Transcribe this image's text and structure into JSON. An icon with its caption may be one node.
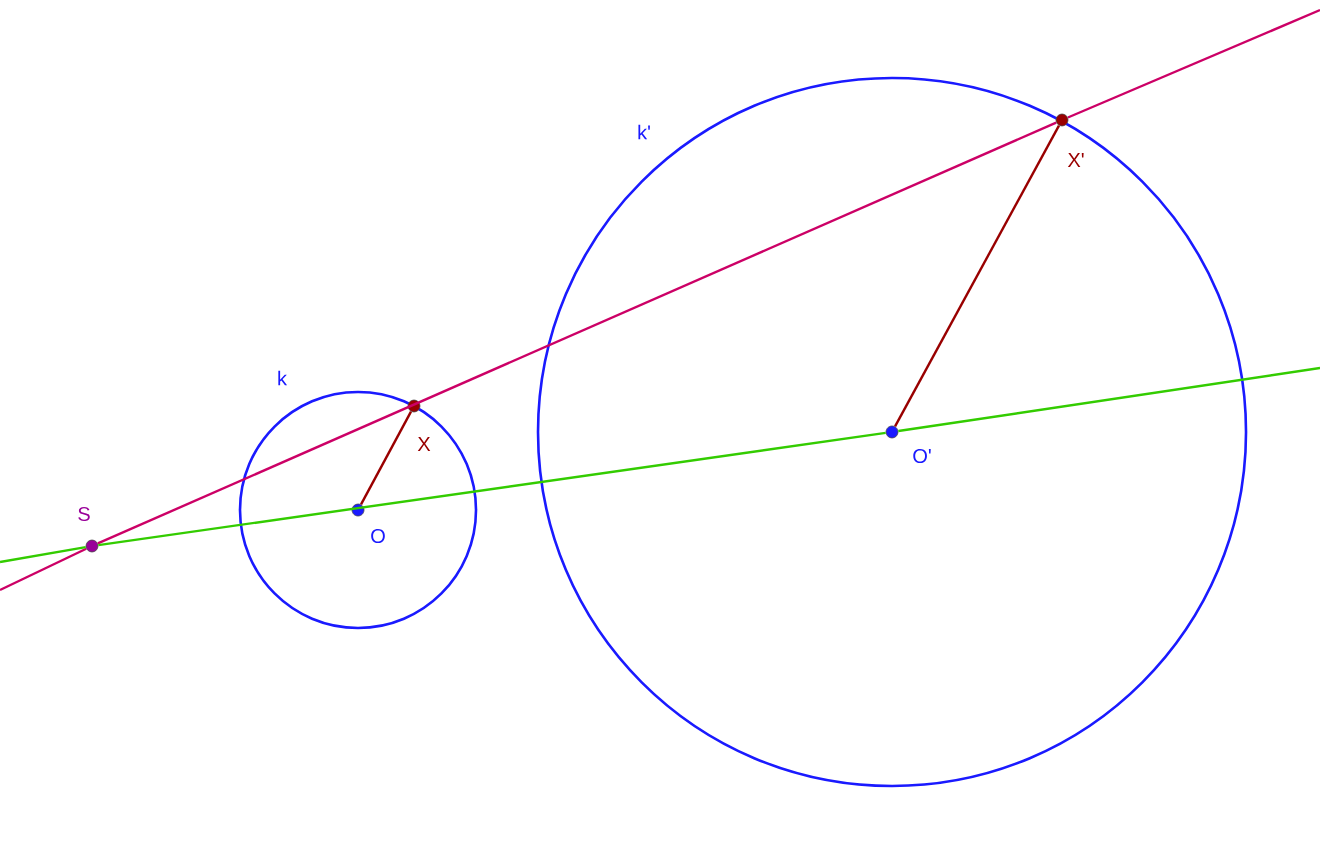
{
  "diagram": {
    "nodes": [
      {
        "text": [
          "k"
        ]
      },
      {
        "text": [
          "S"
        ]
      },
      {
        "text": [
          "O"
        ],
        "in": 0
      },
      {
        "text": [
          "X"
        ]
      },
      {
        "text": [
          "k'"
        ]
      },
      {
        "text": [
          "O'"
        ],
        "in": 4
      },
      {
        "text": [
          "X'"
        ]
      }
    ],
    "edges": [
      {
        "from": 1,
        "to": 6,
        "arrow": "none",
        "color": "#cc0066"
      },
      {
        "from": 1,
        "to": 5,
        "arrow": "none",
        "color": "#33cc00"
      },
      {
        "from": 2,
        "to": 3,
        "arrow": "none",
        "color": "#990000"
      },
      {
        "from": 5,
        "to": 6,
        "arrow": "none",
        "color": "#990000"
      }
    ]
  }
}
